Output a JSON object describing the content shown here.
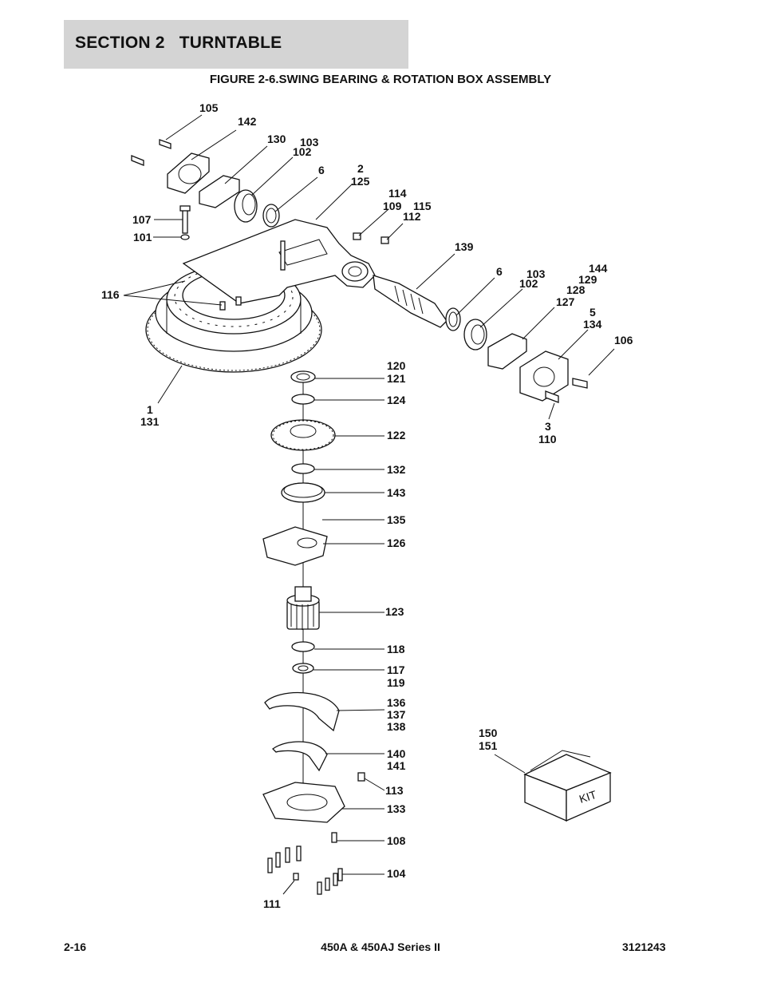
{
  "header": {
    "section": "SECTION 2   TURNTABLE",
    "figure_title": "FIGURE 2-6.SWING BEARING & ROTATION BOX ASSEMBLY"
  },
  "callouts": [
    {
      "id": "c105",
      "lines": [
        "105"
      ]
    },
    {
      "id": "c142",
      "lines": [
        "142"
      ]
    },
    {
      "id": "c130",
      "lines": [
        "130"
      ]
    },
    {
      "id": "c103a",
      "lines": [
        "103"
      ]
    },
    {
      "id": "c102a",
      "lines": [
        "102"
      ]
    },
    {
      "id": "c6a",
      "lines": [
        "6"
      ]
    },
    {
      "id": "c2",
      "lines": [
        "2",
        "125"
      ]
    },
    {
      "id": "c114",
      "lines": [
        "114"
      ]
    },
    {
      "id": "c109",
      "lines": [
        "109"
      ]
    },
    {
      "id": "c115",
      "lines": [
        "115"
      ]
    },
    {
      "id": "c112",
      "lines": [
        "112"
      ]
    },
    {
      "id": "c107",
      "lines": [
        "107"
      ]
    },
    {
      "id": "c101",
      "lines": [
        "101"
      ]
    },
    {
      "id": "c139",
      "lines": [
        "139"
      ]
    },
    {
      "id": "c116",
      "lines": [
        "116"
      ]
    },
    {
      "id": "c6b",
      "lines": [
        "6"
      ]
    },
    {
      "id": "c103b",
      "lines": [
        "103"
      ]
    },
    {
      "id": "c102b",
      "lines": [
        "102"
      ]
    },
    {
      "id": "c144",
      "lines": [
        "144"
      ]
    },
    {
      "id": "c129",
      "lines": [
        "129"
      ]
    },
    {
      "id": "c128",
      "lines": [
        "128"
      ]
    },
    {
      "id": "c127",
      "lines": [
        "127"
      ]
    },
    {
      "id": "c5",
      "lines": [
        "5",
        "134"
      ]
    },
    {
      "id": "c106",
      "lines": [
        "106"
      ]
    },
    {
      "id": "c120",
      "lines": [
        "120",
        "121"
      ]
    },
    {
      "id": "c124",
      "lines": [
        "124"
      ]
    },
    {
      "id": "c1",
      "lines": [
        "1",
        "131"
      ]
    },
    {
      "id": "c122",
      "lines": [
        "122"
      ]
    },
    {
      "id": "c3",
      "lines": [
        "3",
        "110"
      ]
    },
    {
      "id": "c132",
      "lines": [
        "132"
      ]
    },
    {
      "id": "c143",
      "lines": [
        "143"
      ]
    },
    {
      "id": "c135",
      "lines": [
        "135"
      ]
    },
    {
      "id": "c126",
      "lines": [
        "126"
      ]
    },
    {
      "id": "c123",
      "lines": [
        "123"
      ]
    },
    {
      "id": "c118",
      "lines": [
        "118"
      ]
    },
    {
      "id": "c117",
      "lines": [
        "117",
        "119"
      ]
    },
    {
      "id": "c136",
      "lines": [
        "136",
        "137",
        "138"
      ]
    },
    {
      "id": "c150",
      "lines": [
        "150",
        "151"
      ]
    },
    {
      "id": "c140",
      "lines": [
        "140",
        "141"
      ]
    },
    {
      "id": "c113",
      "lines": [
        "113"
      ]
    },
    {
      "id": "c133",
      "lines": [
        "133"
      ]
    },
    {
      "id": "c108",
      "lines": [
        "108"
      ]
    },
    {
      "id": "c104",
      "lines": [
        "104"
      ]
    },
    {
      "id": "c111",
      "lines": [
        "111"
      ]
    }
  ],
  "kit_label": "KIT",
  "footer": {
    "page": "2-16",
    "model": "450A & 450AJ Series II",
    "doc_number": "3121243"
  }
}
